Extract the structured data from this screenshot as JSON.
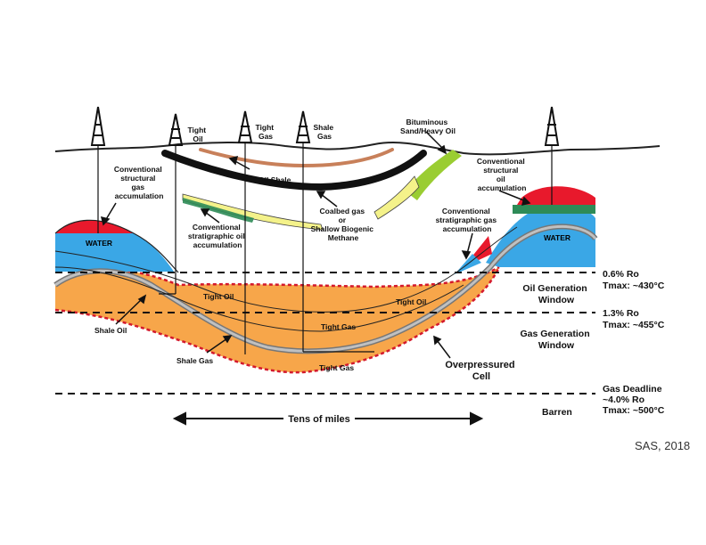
{
  "labels": {
    "tight_oil_well": [
      "Tight",
      "Oil"
    ],
    "tight_gas_well": [
      "Tight",
      "Gas"
    ],
    "shale_gas_well": [
      "Shale",
      "Gas"
    ],
    "bituminous": [
      "Bituminous",
      "Sand/Heavy Oil"
    ],
    "conv_struct_gas": [
      "Conventional",
      "structural",
      "gas",
      "accumulation"
    ],
    "conv_struct_oil": [
      "Conventional",
      "structural",
      "oil",
      "accumulation"
    ],
    "oil_shale": "Oil Shale",
    "conv_strat_oil": [
      "Conventional",
      "stratigraphic oil",
      "accumulation"
    ],
    "coalbed": [
      "Coalbed gas",
      "or",
      "Shallow Biogenic",
      "Methane"
    ],
    "conv_strat_gas": [
      "Conventional",
      "stratigraphic gas",
      "accumulation"
    ],
    "water_left": "WATER",
    "water_right": "WATER",
    "tight_oil_a": "Tight Oil",
    "tight_oil_b": "Tight Oil",
    "tight_gas_a": "Tight Gas",
    "tight_gas_b": "Tight Gas",
    "shale_oil": "Shale Oil",
    "shale_gas": "Shale Gas",
    "overpressured": [
      "Overpressured",
      "Cell"
    ],
    "tens_of_miles": "Tens of miles"
  },
  "zones": {
    "ro_06": [
      "0.6% Ro",
      "Tmax: ~430°C"
    ],
    "oil_window": [
      "Oil Generation",
      "Window"
    ],
    "ro_13": [
      "1.3% Ro",
      "Tmax: ~455°C"
    ],
    "gas_window": [
      "Gas Generation",
      "Window"
    ],
    "deadline": [
      "Gas Deadline",
      "~4.0% Ro",
      "Tmax: ~500°C"
    ],
    "barren": "Barren"
  },
  "credit": "SAS, 2018",
  "colors": {
    "water": "#3aa7e6",
    "gas_cap": "#e8192c",
    "oil_green": "#2e8b57",
    "cell_orange": "#f7a64a",
    "overpressure_red": "#d4192c",
    "coal_black": "#111111",
    "oil_shale_brown": "#c8805a",
    "methane_yellow": "#f4f28a",
    "shale_gray": "#9a9a9a"
  }
}
